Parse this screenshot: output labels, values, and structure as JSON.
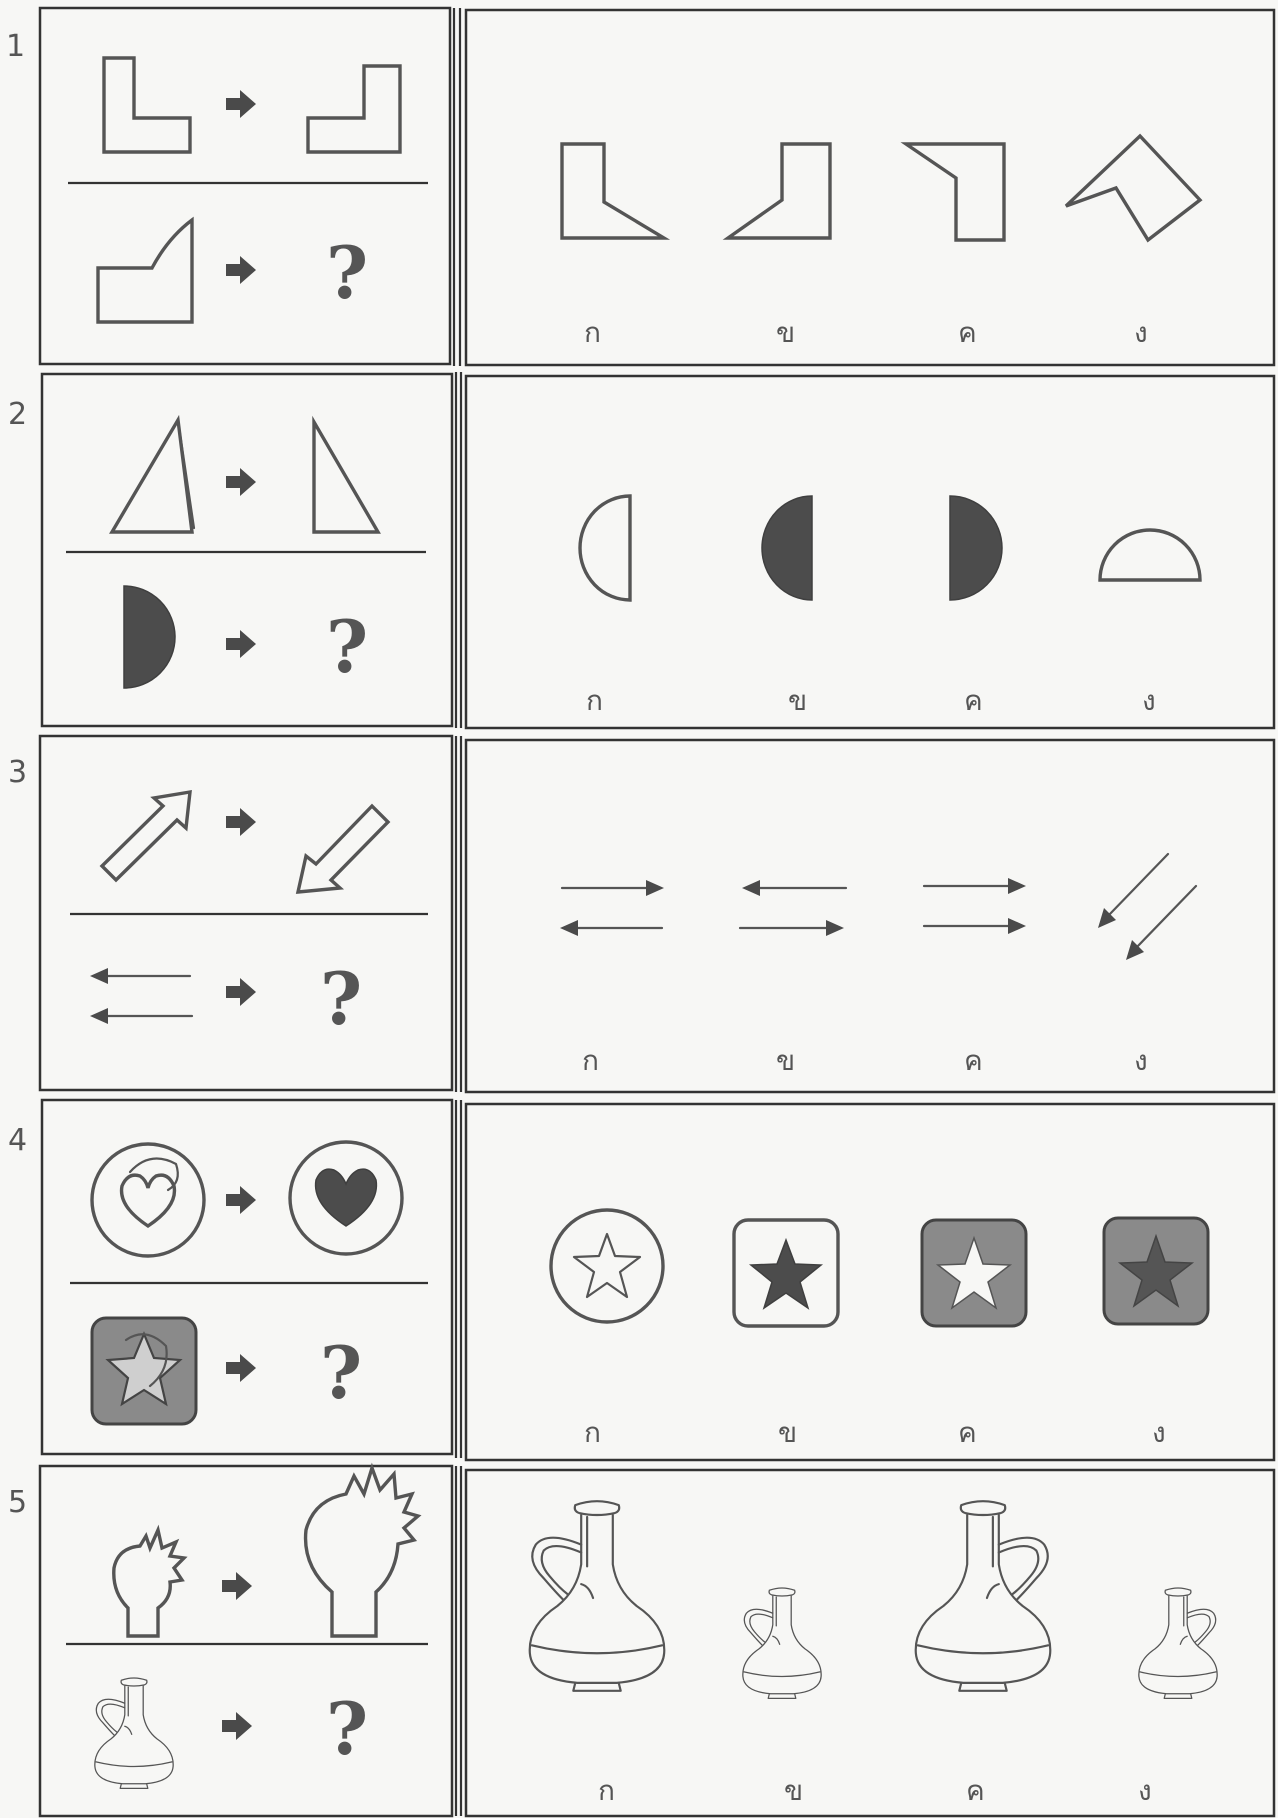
{
  "questions": [
    {
      "number": "1",
      "question_mark": "?",
      "choices": [
        "ก",
        "ข",
        "ค",
        "ง"
      ]
    },
    {
      "number": "2",
      "question_mark": "?",
      "choices": [
        "ก",
        "ข",
        "ค",
        "ง"
      ]
    },
    {
      "number": "3",
      "question_mark": "?",
      "choices": [
        "ก",
        "ข",
        "ค",
        "ง"
      ]
    },
    {
      "number": "4",
      "question_mark": "?",
      "choices": [
        "ก",
        "ข",
        "ค",
        "ง"
      ]
    },
    {
      "number": "5",
      "question_mark": "?",
      "choices": [
        "ก",
        "ข",
        "ค",
        "ง"
      ]
    }
  ],
  "icons": {
    "arrow": "right-arrow-icon",
    "question": "question-mark",
    "colors": {
      "ink": "#555555",
      "fill_dark": "#4c4c4c",
      "fill_grey": "#8a8a8a",
      "paper": "#f7f7f5"
    }
  }
}
